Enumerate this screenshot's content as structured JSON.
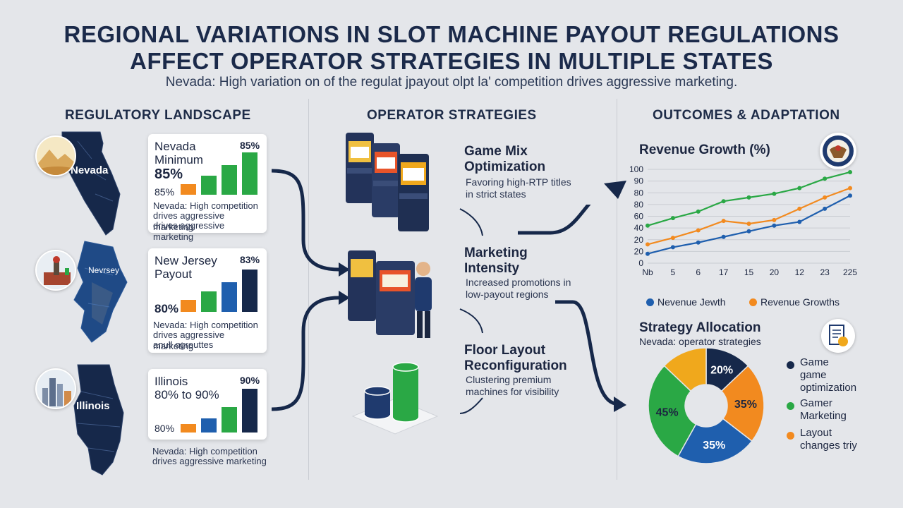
{
  "header": {
    "title_line1": "REGIONAL VARIATIONS IN SLOT MACHINE PAYOUT REGULATIONS",
    "title_line2": "AFFECT OPERATOR STRATEGIES IN MULTIPLE STATES",
    "subtitle": "Nevada: High variation on of the regulat jpayout olpt la' competition drives aggressive marketing."
  },
  "columns": {
    "left": "REGULATORY LANDSCAPE",
    "middle": "OPERATOR STRATEGIES",
    "right": "OUTCOMES & ADAPTATION"
  },
  "states": [
    {
      "map_label": "Nevada",
      "title": "Nevada",
      "subtitle": "Minimum",
      "big": "85%",
      "top_pct": "85%",
      "base_pct": "85%",
      "bars": [
        0.25,
        0.45,
        0.7,
        1.0
      ],
      "bar_colors": [
        "#f28a1f",
        "#2aa845",
        "#2aa845",
        "#2aa845"
      ],
      "note_line1": "Nevada: High competition",
      "note_line2": "drives aggressive marketing",
      "note_line3": "drives aggressive marketing"
    },
    {
      "map_label": "Nevrsey",
      "title": "New Jersey",
      "subtitle": "Payout",
      "big": "",
      "top_pct": "83%",
      "base_pct": "80%",
      "bars": [
        0.28,
        0.48,
        0.7,
        1.0
      ],
      "bar_colors": [
        "#f28a1f",
        "#2aa845",
        "#1f5fae",
        "#16284a"
      ],
      "note_line1": "Nevada: High competition",
      "note_line2": "drives aggressive marketing",
      "note_line3": "anull ogreuttes"
    },
    {
      "map_label": "Illinois",
      "title": "Illinois",
      "subtitle": "80% to 90%",
      "big": "",
      "top_pct": "90%",
      "base_pct": "80%",
      "bars": [
        0.2,
        0.33,
        0.58,
        1.0
      ],
      "bar_colors": [
        "#f28a1f",
        "#1f5fae",
        "#2aa845",
        "#16284a"
      ],
      "note_line1": "Nevada: High competition",
      "note_line2": "drives aggressive marketing",
      "note_line3": ""
    }
  ],
  "strategies": [
    {
      "title_line1": "Game Mix",
      "title_line2": "Optimization",
      "desc_line1": "Favoring high-RTP titles",
      "desc_line2": "in strict states"
    },
    {
      "title_line1": "Marketing",
      "title_line2": "Intensity",
      "desc_line1": "Increased promotions in",
      "desc_line2": "low-payout regions"
    },
    {
      "title_line1": "Floor Layout",
      "title_line2": "Reconfiguration",
      "desc_line1": "Clustering premium",
      "desc_line2": "machines for visibility"
    }
  ],
  "icons": {
    "seal": "government-seal-icon",
    "document": "document-chart-icon"
  },
  "chart_data": [
    {
      "type": "line",
      "title": "Revenue Growth (%)",
      "x": [
        "Nb",
        "5",
        "6",
        "17",
        "15",
        "20",
        "12",
        "23",
        "225"
      ],
      "ylim": [
        0,
        100
      ],
      "yticks": [
        "0",
        "20",
        "20",
        "40",
        "60",
        "80",
        "80",
        "90",
        "100"
      ],
      "series": [
        {
          "name": "Nevenue Jewth",
          "color": "#1f5fae",
          "values": [
            10,
            17,
            22,
            28,
            34,
            40,
            44,
            58,
            72
          ]
        },
        {
          "name": "Revenue Growths",
          "color": "#f28a1f",
          "values": [
            20,
            27,
            35,
            45,
            42,
            46,
            58,
            70,
            80
          ]
        },
        {
          "name": "",
          "color": "#2aa845",
          "values": [
            40,
            48,
            55,
            66,
            70,
            74,
            80,
            90,
            97
          ]
        }
      ]
    },
    {
      "type": "pie",
      "title": "Strategy Allocation",
      "subtitle": "Nevada: operator strategies",
      "slices": [
        {
          "label": "20%",
          "value": 20,
          "color": "#16284a"
        },
        {
          "label": "35%",
          "value": 35,
          "color": "#f28a1f"
        },
        {
          "label": "35%",
          "value": 35,
          "color": "#1f5fae"
        },
        {
          "label": "45%",
          "value": 45,
          "color": "#2aa845"
        },
        {
          "label": "",
          "value": 20,
          "color": "#f0a81c"
        }
      ],
      "legend": [
        {
          "line1": "Game",
          "line2": "game",
          "line3": "optimization",
          "color": "#16284a"
        },
        {
          "line1": "Gamer",
          "line2": "Marketing",
          "line3": "",
          "color": "#2aa845"
        },
        {
          "line1": "Layout",
          "line2": "changes triy",
          "line3": "",
          "color": "#f28a1f"
        }
      ]
    }
  ]
}
